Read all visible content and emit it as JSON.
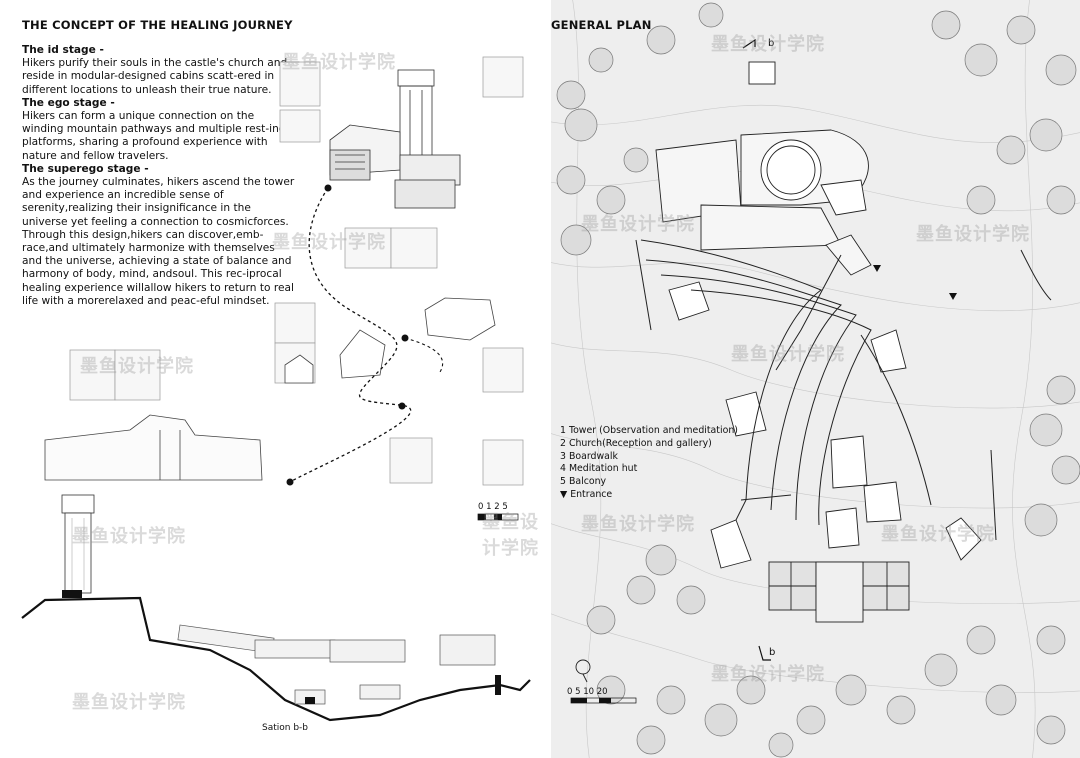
{
  "left_title": "THE CONCEPT OF THE HEALING JOURNEY",
  "right_title": "GENERAL PLAN",
  "stages": [
    {
      "title": "The id stage -",
      "text": "Hikers purify their souls in the castle's church and reside in modular-designed cabins scatt-ered in different locations to unleash their true nature."
    },
    {
      "title": "The ego stage -",
      "text": "Hikers can form a unique connection on the winding mountain pathways and multiple rest-ing platforms, sharing a profound experience with nature and fellow travelers."
    },
    {
      "title": "The superego stage -",
      "text": "As the journey culminates, hikers ascend the tower and experience an incredible sense of serenity,realizing their insignificance in the universe yet feeling a connection to cosmicforces."
    }
  ],
  "conclusion": "Through this design,hikers can discover,emb-race,and ultimately harmonize with themselves and the universe, achieving a state of balance and harmony of body, mind, andsoul. This rec-iprocal healing experience willallow hikers to return to real life with a morerelaxed and peac-eful mindset.",
  "section_label": "Sation b-b",
  "section_scale": "0 1 2      5",
  "plan_scale": "0  5 10          20",
  "cut_marker_top": "b",
  "cut_marker_bottom": "b",
  "legend": [
    "1  Tower (Observation and meditation)",
    "2  Church(Reception and gallery)",
    "3  Boardwalk",
    "4  Meditation hut",
    "5  Balcony",
    "▼ Entrance"
  ],
  "watermark": "墨鱼设计学院"
}
